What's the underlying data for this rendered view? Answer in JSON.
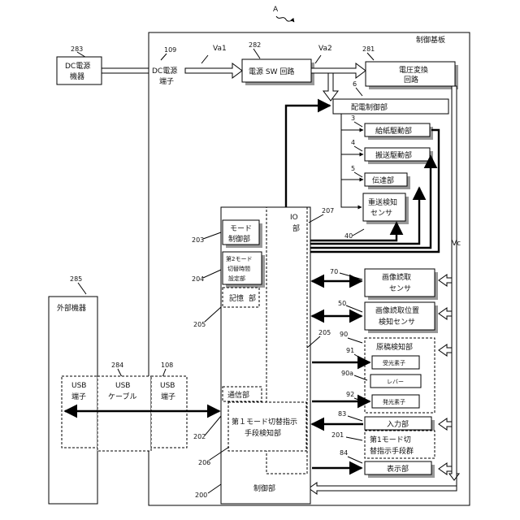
{
  "figure_label": "A",
  "board": {
    "label": "制御基板"
  },
  "signals": {
    "va1": "Va1",
    "va2": "Va2",
    "vc": "Vc"
  },
  "refs": {
    "r283": "283",
    "r109": "109",
    "r282": "282",
    "r281": "281",
    "r6": "6",
    "r3": "3",
    "r4": "4",
    "r5": "5",
    "r207": "207",
    "r40": "40",
    "r203": "203",
    "r204": "204",
    "r205": "205",
    "r205b": "205",
    "r70": "70",
    "r50": "50",
    "r90": "90",
    "r91": "91",
    "r90a": "90a",
    "r92": "92",
    "r83": "83",
    "r201": "201",
    "r84": "84",
    "r202": "202",
    "r206": "206",
    "r200": "200",
    "r285": "285",
    "r284": "284",
    "r108": "108"
  },
  "blocks": {
    "dc_device": [
      "DC電源",
      "機器"
    ],
    "dc_terminal": [
      "DC電源",
      "端子"
    ],
    "power_sw": "電源 SW 回路",
    "voltage_conv": [
      "電圧変換",
      "回路"
    ],
    "power_ctrl": "配電制御部",
    "feed_drive": "給紙駆動部",
    "transport_drive": "搬送駆動部",
    "transmission": "伝達部",
    "transport_sensor": [
      "重送検知",
      "センサ"
    ],
    "mode_ctrl": [
      "モード",
      "制御部"
    ],
    "mode2_time": [
      "第2モード",
      "切替時間",
      "設定部"
    ],
    "storage": [
      "記憶",
      "部"
    ],
    "io": [
      "IO",
      "部"
    ],
    "image_sensor": [
      "画像読取",
      "センサ"
    ],
    "pos_sensor": [
      "画像読取位置",
      "検知センサ"
    ],
    "doc_detect": "原稿検知部",
    "light_recv": "受光素子",
    "lever": "レバー",
    "light_emit": "発光素子",
    "input": "入力部",
    "mode1_switch": [
      "第1モード切",
      "替指示手段群"
    ],
    "display": "表示部",
    "comm": "通信部",
    "mode1_detect": [
      "第１モード切替指示",
      "手段検知部"
    ],
    "control_unit": "制御部",
    "external": "外部機器",
    "usb_terminal_ext": [
      "USB",
      "端子"
    ],
    "usb_cable": [
      "USB",
      "ケーブル"
    ],
    "usb_terminal_int": [
      "USB",
      "端子"
    ]
  }
}
